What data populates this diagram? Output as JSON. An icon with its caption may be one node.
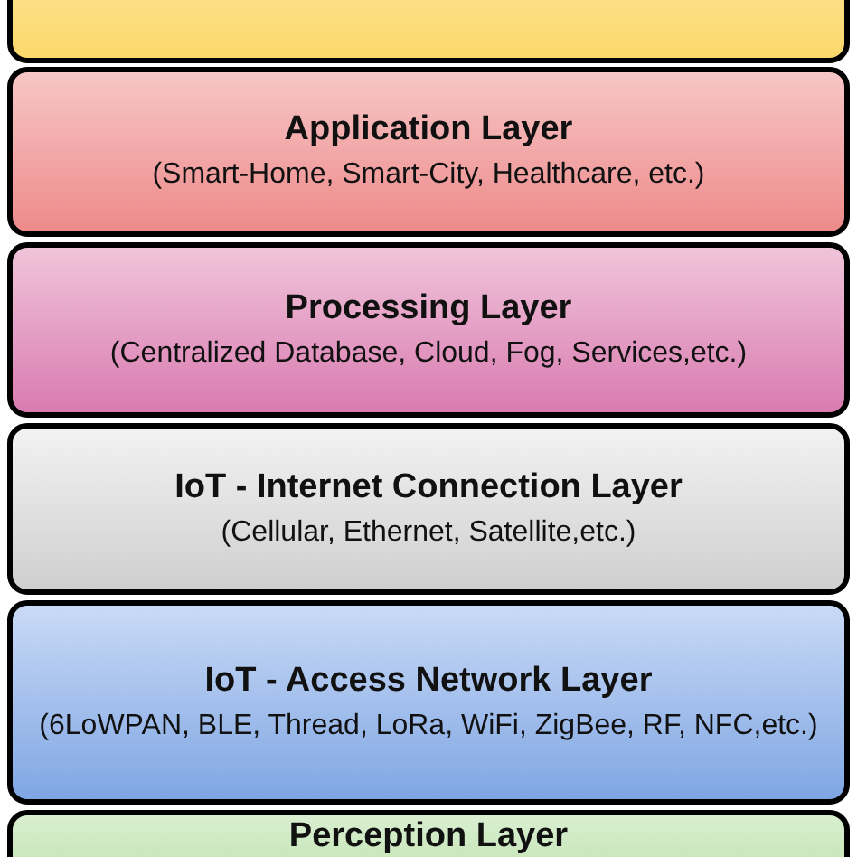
{
  "diagram": {
    "nodes": [
      {
        "text": [],
        "shape": "box"
      },
      {
        "text": [
          "Application Layer",
          "(Smart-Home, Smart-City, Healthcare, etc.)"
        ]
      },
      {
        "text": [
          "Processing Layer",
          "(Centralized Database, Cloud, Fog, Services,etc.)"
        ]
      },
      {
        "text": [
          "IoT - Internet Connection Layer",
          "(Cellular, Ethernet, Satellite,etc.)"
        ]
      },
      {
        "text": [
          "IoT - Access Network Layer",
          "(6LoWPAN, BLE, Thread, LoRa, WiFi, ZigBee, RF, NFC,etc.)"
        ]
      },
      {
        "text": [
          "Perception Layer"
        ]
      }
    ]
  }
}
